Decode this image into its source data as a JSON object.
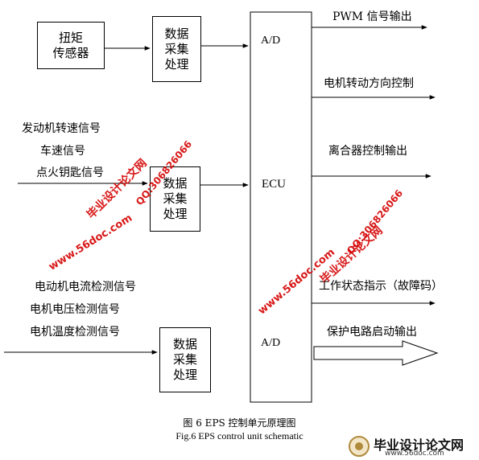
{
  "blocks": {
    "torque_sensor": "扭矩\n传感器",
    "dp_top": "数据\n采集\n处理",
    "dp_mid": "数据\n采集\n处理",
    "dp_bot": "数据\n采集\n处理"
  },
  "ecu": {
    "ad_top": "A/D",
    "center": "ECU",
    "ad_bottom": "A/D"
  },
  "inputs": {
    "engine_speed": "发动机转速信号",
    "vehicle_speed": "车速信号",
    "ignition_key": "点火钥匙信号",
    "motor_current": "电动机电流检测信号",
    "motor_voltage": "电机电压检测信号",
    "motor_temp": "电机温度检测信号"
  },
  "outputs": {
    "pwm": "PWM 信号输出",
    "direction": "电机转动方向控制",
    "clutch": "离合器控制输出",
    "status": "工作状态指示（故障码）",
    "protection": "保护电路启动输出"
  },
  "caption": {
    "cn": "图 6  EPS 控制单元原理图",
    "en": "Fig.6 EPS control unit schematic"
  },
  "watermarks": {
    "site": "www.56doc.com",
    "qq": "QQ:306826066",
    "brand": "毕业设计论文网",
    "logo_text": "毕业设计论文网",
    "logo_url": "www.56doc.com"
  }
}
